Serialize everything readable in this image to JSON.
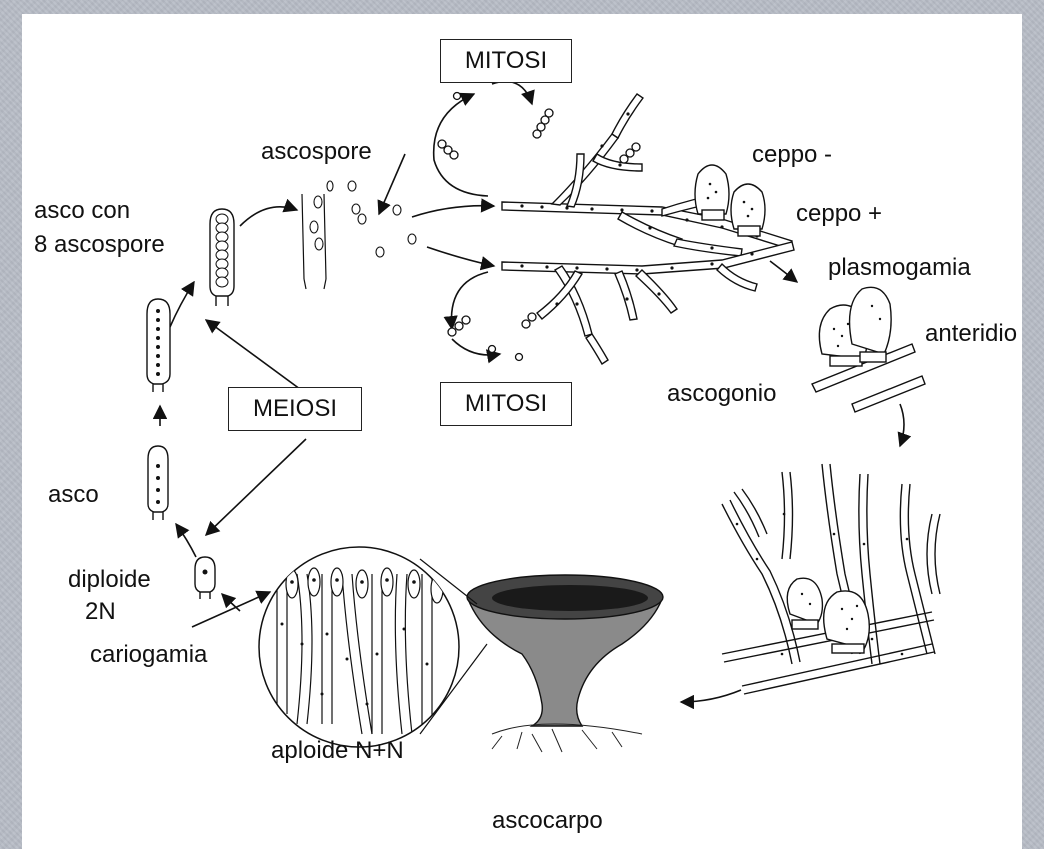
{
  "labels": {
    "mitosi_top": "MITOSI",
    "mitosi_bottom": "MITOSI",
    "meiosi": "MEIOSI",
    "ascospore": "ascospore",
    "asco_con_line1": "asco con",
    "asco_con_line2": "8 ascospore",
    "ceppo_minus": "ceppo -",
    "ceppo_plus": "ceppo +",
    "plasmogamia": "plasmogamia",
    "anteridio": "anteridio",
    "ascogonio": "ascogonio",
    "asco": "asco",
    "diploide_line1": "diploide",
    "diploide_line2": "2N",
    "cariogamia": "cariogamia",
    "aploide": "aploide N+N",
    "ascocarpo": "ascocarpo"
  },
  "colors": {
    "background": "#b7bcc6",
    "slide": "#ffffff",
    "ink": "#111111"
  }
}
